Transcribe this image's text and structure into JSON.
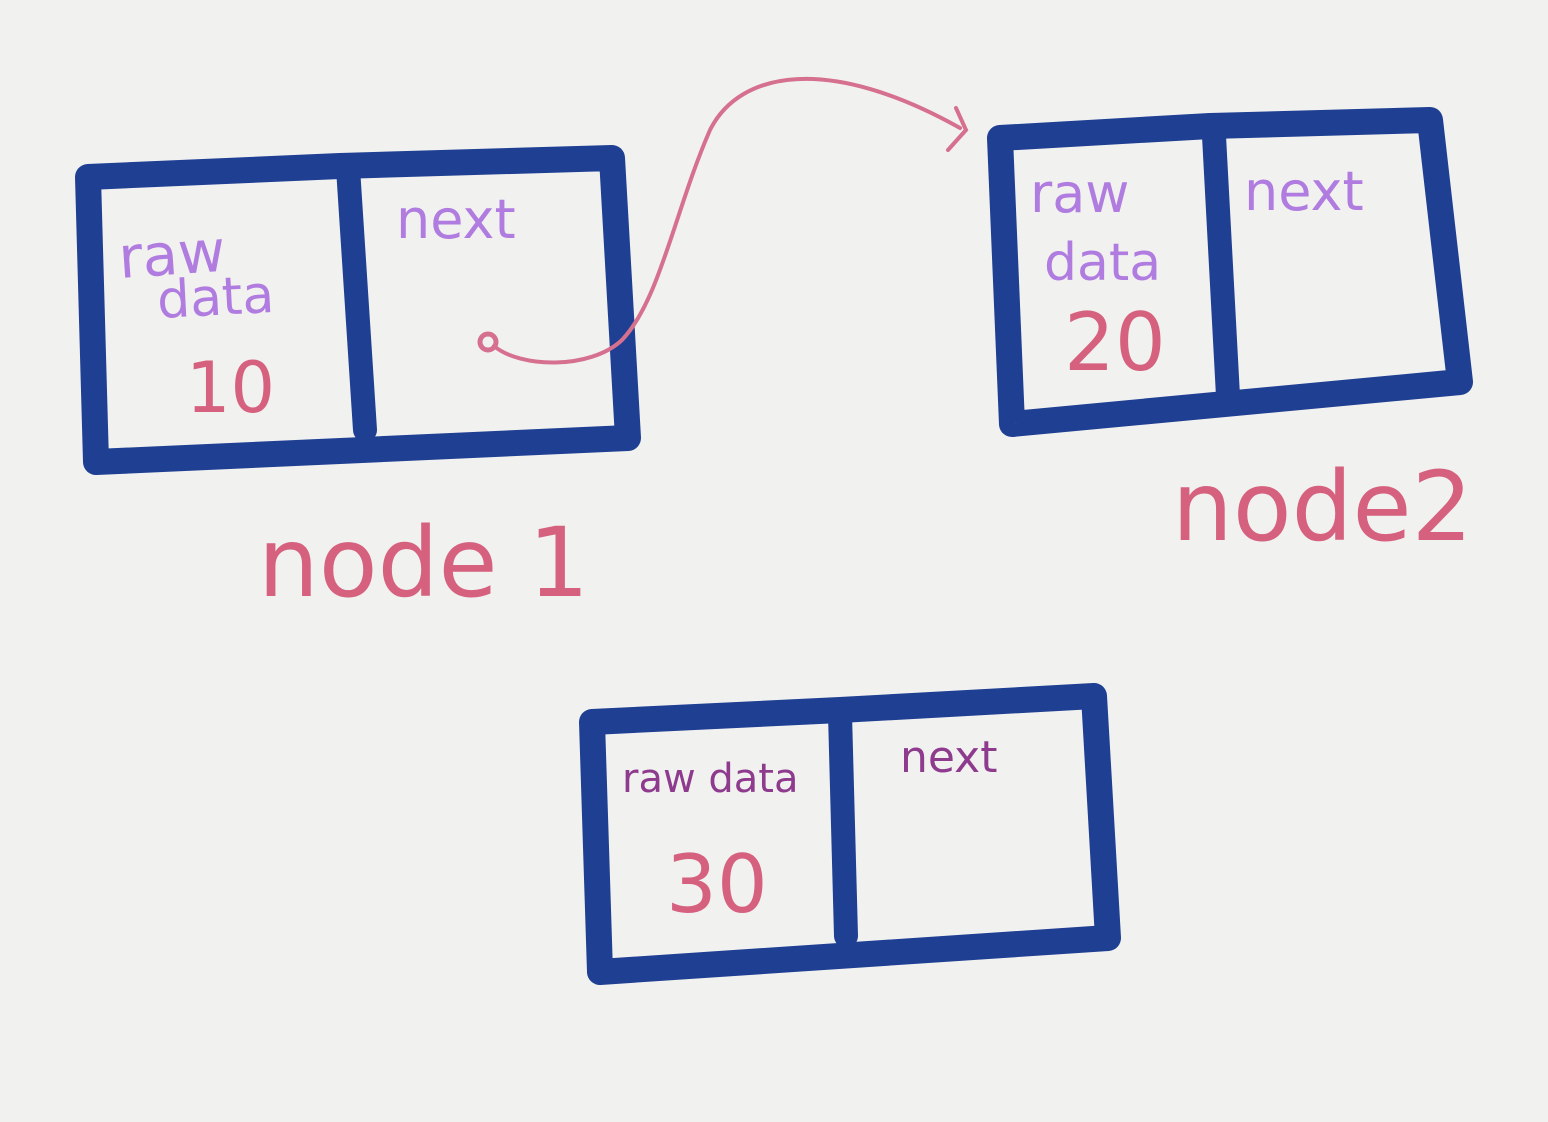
{
  "colors": {
    "background": "#f1f1f0",
    "box": "#1f3f93",
    "field_label": "#b07ce0",
    "node3_field_label": "#8e3b8e",
    "value": "#d6617e",
    "node_label": "#d6617e",
    "pointer": "#d6708f"
  },
  "nodes": [
    {
      "data_label_line1": "raw",
      "data_label_line2": "data",
      "next_label": "next",
      "value": "10",
      "caption": "node 1"
    },
    {
      "data_label_line1": "raw",
      "data_label_line2": "data",
      "next_label": "next",
      "value": "20",
      "caption": "node2"
    },
    {
      "data_label_line1": "raw data",
      "data_label_line2": "",
      "next_label": "next",
      "value": "30",
      "caption": ""
    }
  ]
}
